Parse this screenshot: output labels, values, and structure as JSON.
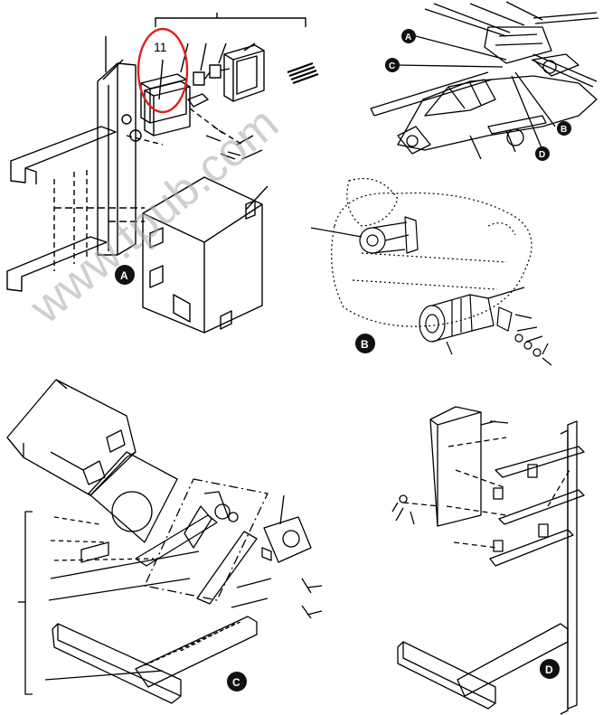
{
  "callout": {
    "number": "11",
    "color": "#e0201c"
  },
  "watermark": {
    "text": "www.tpub.com"
  },
  "views": [
    {
      "id": "A",
      "name": "view-a"
    },
    {
      "id": "B",
      "name": "view-b"
    },
    {
      "id": "C",
      "name": "view-c"
    },
    {
      "id": "D",
      "name": "view-d"
    }
  ],
  "locators": [
    {
      "id": "A"
    },
    {
      "id": "B"
    },
    {
      "id": "C"
    },
    {
      "id": "D"
    }
  ]
}
